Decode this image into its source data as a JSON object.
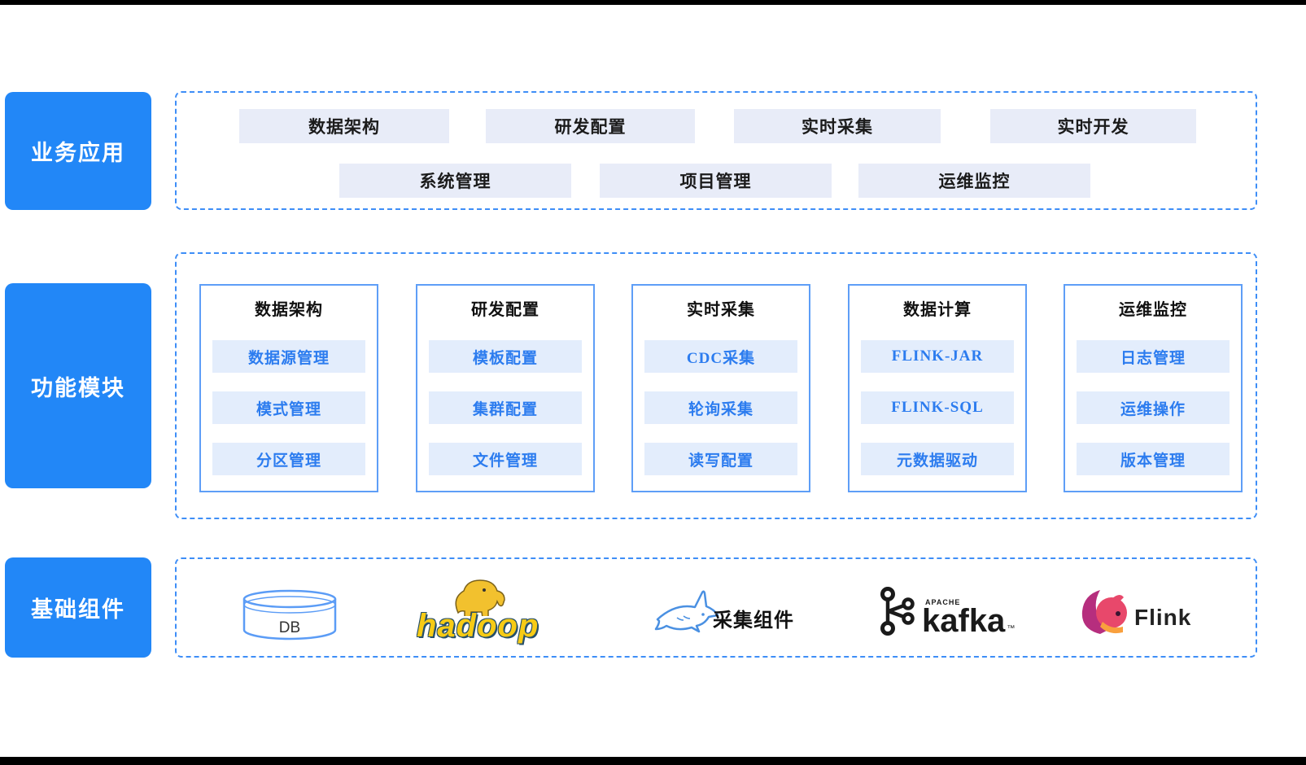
{
  "colors": {
    "side_label_bg": "#2287F7",
    "dashed_border": "#3E8EF7",
    "biz_btn_bg": "#E8ECF8",
    "module_border": "#5E9EF7",
    "module_item_bg": "#E3EDFC",
    "module_item_text": "#2C7CEF",
    "hadoop_yellow": "#F7CB15",
    "flink_pink": "#E8486B",
    "flink_orange": "#F9A03D"
  },
  "left_labels": {
    "business": "业务应用",
    "modules": "功能模块",
    "components": "基础组件"
  },
  "business_apps": {
    "row1": [
      "数据架构",
      "研发配置",
      "实时采集",
      "实时开发"
    ],
    "row2": [
      "系统管理",
      "项目管理",
      "运维监控"
    ]
  },
  "function_modules": {
    "columns": [
      {
        "title": "数据架构",
        "items": [
          "数据源管理",
          "模式管理",
          "分区管理"
        ]
      },
      {
        "title": "研发配置",
        "items": [
          "模板配置",
          "集群配置",
          "文件管理"
        ]
      },
      {
        "title": "实时采集",
        "items": [
          "CDC采集",
          "轮询采集",
          "读写配置"
        ]
      },
      {
        "title": "数据计算",
        "items": [
          "FLINK-JAR",
          "FLINK-SQL",
          "元数据驱动"
        ]
      },
      {
        "title": "运维监控",
        "items": [
          "日志管理",
          "运维操作",
          "版本管理"
        ]
      }
    ]
  },
  "base_components": {
    "db_label": "DB",
    "hadoop_label": "hadoop",
    "collector_label": "采集组件",
    "kafka_apache": "APACHE",
    "kafka_label": "kafka",
    "kafka_tm": "™",
    "flink_label": "Flink"
  }
}
